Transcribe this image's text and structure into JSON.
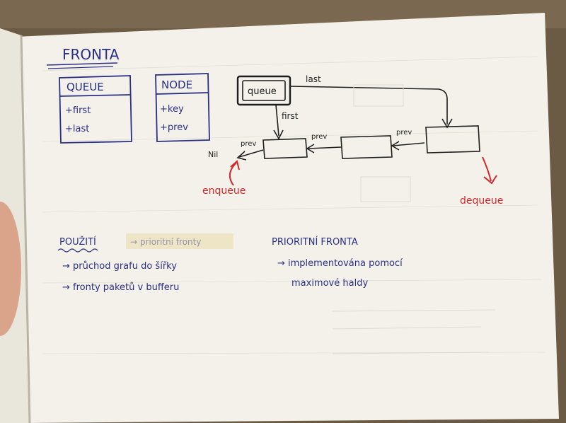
{
  "colors": {
    "ink_blue": "#2a2f86",
    "ink_red": "#d3282b",
    "ink_black": "#1e1e1e",
    "paper": "#f3f1ea",
    "table_wood": "#6b5a44"
  },
  "notebook": {
    "title": "FRONTA",
    "queue_box": {
      "heading": "QUEUE",
      "fields": [
        "+first",
        "+last"
      ]
    },
    "node_box": {
      "heading": "NODE",
      "fields": [
        "+key",
        "+prev"
      ]
    },
    "diagram": {
      "queue_label": "queue",
      "last_label": "last",
      "first_label": "first",
      "nil_label": "Nil",
      "prev_labels": [
        "prev",
        "prev",
        "prev"
      ],
      "enqueue_label": "enqueue",
      "dequeue_label": "dequeue"
    },
    "usage": {
      "heading": "POUŽITÍ",
      "crossed_out": "→ prioritní fronty",
      "items": [
        "→ průchod grafu do šířky",
        "→ fronty paketů v bufferu"
      ]
    },
    "priority": {
      "heading": "PRIORITNÍ FRONTA",
      "lines": [
        "→ implementována pomocí",
        "maximové haldy"
      ]
    }
  }
}
